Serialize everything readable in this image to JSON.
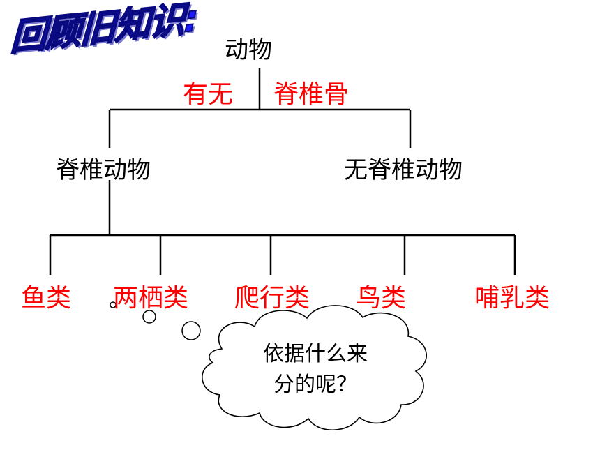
{
  "title": "回顾旧知识:",
  "root": "动物",
  "criterion": {
    "left": "有无",
    "right": "脊椎骨"
  },
  "level1": {
    "left": "脊椎动物",
    "right": "无脊椎动物"
  },
  "classes": [
    "鱼类",
    "两栖类",
    "爬行类",
    "鸟类",
    "哺乳类"
  ],
  "thought": {
    "line1": "依据什么来",
    "line2": "分的呢？"
  },
  "colors": {
    "title": "#1c1cff",
    "highlight": "#ff0000",
    "text": "#000000"
  }
}
